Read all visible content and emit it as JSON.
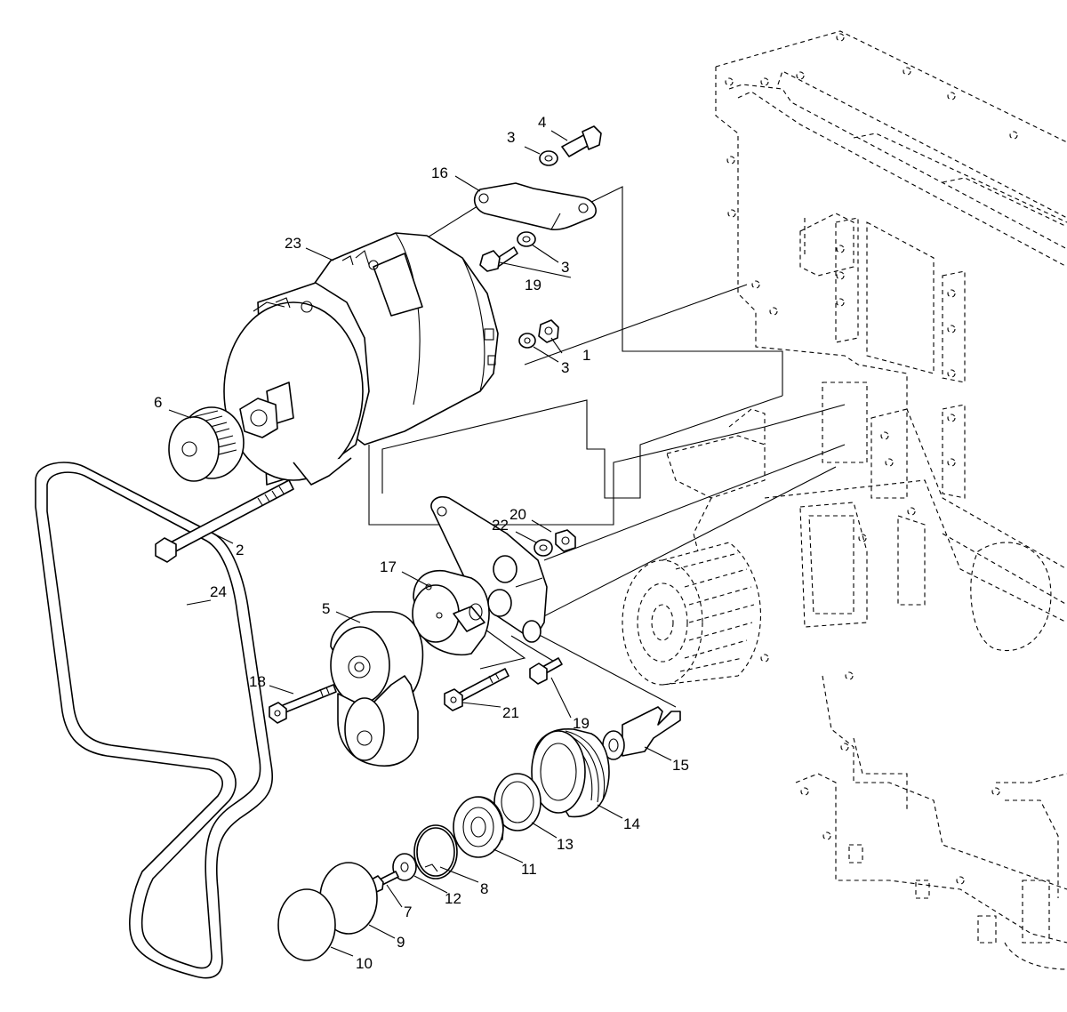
{
  "callouts": [
    {
      "id": "c1",
      "label": "1"
    },
    {
      "id": "c2",
      "label": "2"
    },
    {
      "id": "c3a",
      "label": "3"
    },
    {
      "id": "c3b",
      "label": "3"
    },
    {
      "id": "c3c",
      "label": "3"
    },
    {
      "id": "c4",
      "label": "4"
    },
    {
      "id": "c5",
      "label": "5"
    },
    {
      "id": "c6",
      "label": "6"
    },
    {
      "id": "c7",
      "label": "7"
    },
    {
      "id": "c8",
      "label": "8"
    },
    {
      "id": "c9",
      "label": "9"
    },
    {
      "id": "c10",
      "label": "10"
    },
    {
      "id": "c11",
      "label": "11"
    },
    {
      "id": "c12",
      "label": "12"
    },
    {
      "id": "c13",
      "label": "13"
    },
    {
      "id": "c14",
      "label": "14"
    },
    {
      "id": "c15",
      "label": "15"
    },
    {
      "id": "c16",
      "label": "16"
    },
    {
      "id": "c17",
      "label": "17"
    },
    {
      "id": "c18",
      "label": "18"
    },
    {
      "id": "c19a",
      "label": "19"
    },
    {
      "id": "c19b",
      "label": "19"
    },
    {
      "id": "c20",
      "label": "20"
    },
    {
      "id": "c21",
      "label": "21"
    },
    {
      "id": "c22",
      "label": "22"
    },
    {
      "id": "c23",
      "label": "23"
    },
    {
      "id": "c24",
      "label": "24"
    }
  ]
}
